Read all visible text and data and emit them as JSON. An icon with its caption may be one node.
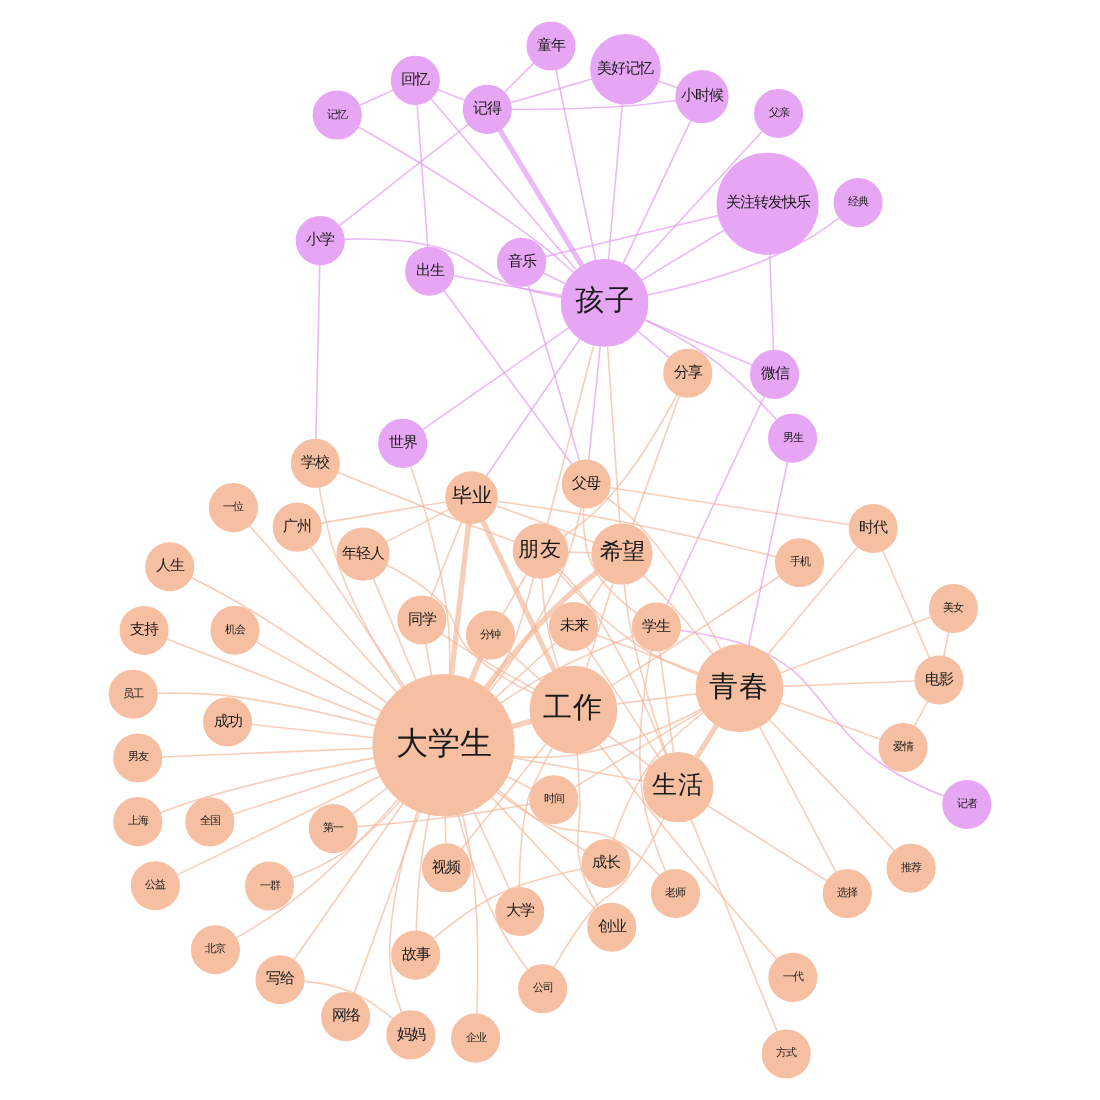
{
  "diagram": {
    "nodes": [
      {
        "text": [
          "希望"
        ]
      },
      {
        "text": [
          "未来"
        ]
      },
      {
        "text": [
          "分钟"
        ]
      },
      {
        "text": [
          "机会"
        ]
      },
      {
        "text": [
          "公益"
        ]
      },
      {
        "text": [
          "学校"
        ]
      },
      {
        "text": [
          "美好记忆"
        ]
      },
      {
        "text": [
          "小学"
        ]
      },
      {
        "text": [
          "朋友"
        ]
      },
      {
        "text": [
          "孩子"
        ]
      },
      {
        "text": [
          "小时候"
        ]
      },
      {
        "text": [
          "记得"
        ]
      },
      {
        "text": [
          "童年"
        ]
      },
      {
        "text": [
          "上海"
        ]
      },
      {
        "text": [
          "支持"
        ]
      },
      {
        "text": [
          "人生"
        ]
      },
      {
        "text": [
          "员工"
        ]
      },
      {
        "text": [
          "成功"
        ]
      },
      {
        "text": [
          "妈妈"
        ]
      },
      {
        "text": [
          "老师"
        ]
      },
      {
        "text": [
          "父亲"
        ]
      },
      {
        "text": [
          "分享"
        ]
      },
      {
        "text": [
          "企业"
        ]
      },
      {
        "text": [
          "网络"
        ]
      },
      {
        "text": [
          "记忆"
        ]
      },
      {
        "text": [
          "世界"
        ]
      },
      {
        "text": [
          "写给"
        ]
      },
      {
        "text": [
          "关注转发快乐"
        ]
      },
      {
        "text": [
          "经典"
        ]
      },
      {
        "text": [
          "大学"
        ]
      },
      {
        "text": [
          "视频"
        ]
      },
      {
        "text": [
          "大学生"
        ]
      },
      {
        "text": [
          "一位"
        ]
      },
      {
        "text": [
          "男友"
        ]
      },
      {
        "text": [
          "回忆"
        ]
      },
      {
        "text": [
          "微信"
        ]
      },
      {
        "text": [
          "记者"
        ]
      },
      {
        "text": [
          "音乐"
        ]
      },
      {
        "text": [
          "创业"
        ]
      },
      {
        "text": [
          "一群"
        ]
      },
      {
        "text": [
          "出生"
        ]
      },
      {
        "text": [
          "学生"
        ]
      },
      {
        "text": [
          "父母"
        ]
      },
      {
        "text": [
          "时间"
        ]
      },
      {
        "text": [
          "第一"
        ]
      },
      {
        "text": [
          "工作"
        ]
      },
      {
        "text": [
          "年轻人"
        ]
      },
      {
        "text": [
          "全国"
        ]
      },
      {
        "text": [
          "同学"
        ]
      },
      {
        "text": [
          "故事"
        ]
      },
      {
        "text": [
          "北京"
        ]
      },
      {
        "text": [
          "一代"
        ]
      },
      {
        "text": [
          "手机"
        ]
      },
      {
        "text": [
          "成长"
        ]
      },
      {
        "text": [
          "广州"
        ]
      },
      {
        "text": [
          "方式"
        ]
      },
      {
        "text": [
          "男生"
        ]
      },
      {
        "text": [
          "时代"
        ]
      },
      {
        "text": [
          "爱情"
        ]
      },
      {
        "text": [
          "毕业"
        ]
      },
      {
        "text": [
          "选择"
        ]
      },
      {
        "text": [
          "电影"
        ]
      },
      {
        "text": [
          "推荐"
        ]
      },
      {
        "text": [
          "公司"
        ]
      },
      {
        "text": [
          "生活"
        ]
      },
      {
        "text": [
          "青春"
        ]
      },
      {
        "text": [
          "美女"
        ]
      }
    ],
    "edges": [
      {
        "from": 0,
        "to": 1,
        "arrow": "none"
      },
      {
        "from": 0,
        "to": 31,
        "arrow": "none",
        "style": "thick"
      },
      {
        "from": 0,
        "to": 45,
        "arrow": "none"
      },
      {
        "from": 0,
        "to": 65,
        "arrow": "none"
      },
      {
        "from": 0,
        "to": 64,
        "arrow": "none"
      },
      {
        "from": 0,
        "to": 8,
        "arrow": "none"
      },
      {
        "from": 0,
        "to": 9,
        "arrow": "none"
      },
      {
        "from": 0,
        "to": 59,
        "arrow": "none"
      },
      {
        "from": 0,
        "to": 21,
        "arrow": "none"
      },
      {
        "from": 1,
        "to": 31,
        "arrow": "none"
      },
      {
        "from": 1,
        "to": 65,
        "arrow": "none"
      },
      {
        "from": 1,
        "to": 64,
        "arrow": "none"
      },
      {
        "from": 2,
        "to": 31,
        "arrow": "none",
        "style": "thick"
      },
      {
        "from": 2,
        "to": 8,
        "arrow": "none"
      },
      {
        "from": 2,
        "to": 45,
        "arrow": "none"
      },
      {
        "from": 3,
        "to": 31,
        "arrow": "none"
      },
      {
        "from": 4,
        "to": 31,
        "arrow": "none"
      },
      {
        "from": 5,
        "to": 8,
        "arrow": "none"
      },
      {
        "from": 5,
        "to": 31,
        "arrow": "none"
      },
      {
        "from": 5,
        "to": 7,
        "arrow": "none",
        "color": "#e29af0"
      },
      {
        "from": 6,
        "to": 9,
        "arrow": "none",
        "color": "#e29af0"
      },
      {
        "from": 6,
        "to": 11,
        "arrow": "none",
        "color": "#e29af0"
      },
      {
        "from": 6,
        "to": 10,
        "arrow": "none",
        "color": "#e29af0"
      },
      {
        "from": 7,
        "to": 9,
        "arrow": "none",
        "color": "#e29af0"
      },
      {
        "from": 7,
        "to": 11,
        "arrow": "none",
        "color": "#e29af0"
      },
      {
        "from": 8,
        "to": 31,
        "arrow": "none"
      },
      {
        "from": 8,
        "to": 64,
        "arrow": "none"
      },
      {
        "from": 8,
        "to": 65,
        "arrow": "none"
      },
      {
        "from": 8,
        "to": 21,
        "arrow": "none"
      },
      {
        "from": 8,
        "to": 9,
        "arrow": "none"
      },
      {
        "from": 8,
        "to": 45,
        "arrow": "none"
      },
      {
        "from": 9,
        "to": 11,
        "arrow": "none",
        "style": "thick",
        "color": "#e29af0"
      },
      {
        "from": 9,
        "to": 10,
        "arrow": "none",
        "color": "#e29af0"
      },
      {
        "from": 9,
        "to": 12,
        "arrow": "none",
        "color": "#e29af0"
      },
      {
        "from": 9,
        "to": 34,
        "arrow": "none",
        "color": "#e29af0"
      },
      {
        "from": 9,
        "to": 42,
        "arrow": "none",
        "color": "#e29af0"
      },
      {
        "from": 9,
        "to": 40,
        "arrow": "none",
        "color": "#e29af0"
      },
      {
        "from": 9,
        "to": 25,
        "arrow": "none",
        "color": "#e29af0"
      },
      {
        "from": 9,
        "to": 35,
        "arrow": "none",
        "color": "#e29af0"
      },
      {
        "from": 9,
        "to": 37,
        "arrow": "none",
        "color": "#e29af0"
      },
      {
        "from": 9,
        "to": 27,
        "arrow": "none",
        "color": "#e29af0"
      },
      {
        "from": 9,
        "to": 24,
        "arrow": "none",
        "color": "#e29af0"
      },
      {
        "from": 9,
        "to": 20,
        "arrow": "none",
        "color": "#e29af0"
      },
      {
        "from": 9,
        "to": 21,
        "arrow": "none",
        "color": "#e29af0"
      },
      {
        "from": 9,
        "to": 28,
        "arrow": "none",
        "color": "#e29af0"
      },
      {
        "from": 9,
        "to": 56,
        "arrow": "none",
        "color": "#e29af0"
      },
      {
        "from": 9,
        "to": 59,
        "arrow": "none",
        "color": "#e29af0"
      },
      {
        "from": 10,
        "to": 11,
        "arrow": "none",
        "color": "#e29af0"
      },
      {
        "from": 11,
        "to": 12,
        "arrow": "none",
        "color": "#e29af0"
      },
      {
        "from": 11,
        "to": 34,
        "arrow": "none",
        "color": "#e29af0"
      },
      {
        "from": 13,
        "to": 31,
        "arrow": "none"
      },
      {
        "from": 14,
        "to": 31,
        "arrow": "none"
      },
      {
        "from": 15,
        "to": 31,
        "arrow": "none"
      },
      {
        "from": 16,
        "to": 31,
        "arrow": "none"
      },
      {
        "from": 17,
        "to": 31,
        "arrow": "none"
      },
      {
        "from": 18,
        "to": 31,
        "arrow": "none"
      },
      {
        "from": 19,
        "to": 31,
        "arrow": "none"
      },
      {
        "from": 19,
        "to": 41,
        "arrow": "none"
      },
      {
        "from": 22,
        "to": 31,
        "arrow": "none"
      },
      {
        "from": 23,
        "to": 31,
        "arrow": "none"
      },
      {
        "from": 26,
        "to": 31,
        "arrow": "none"
      },
      {
        "from": 26,
        "to": 18,
        "arrow": "none"
      },
      {
        "from": 24,
        "to": 34,
        "arrow": "none",
        "color": "#e29af0"
      },
      {
        "from": 25,
        "to": 31,
        "arrow": "none"
      },
      {
        "from": 27,
        "to": 35,
        "arrow": "none",
        "color": "#e29af0"
      },
      {
        "from": 27,
        "to": 37,
        "arrow": "none",
        "color": "#e29af0"
      },
      {
        "from": 29,
        "to": 31,
        "arrow": "none"
      },
      {
        "from": 29,
        "to": 45,
        "arrow": "none"
      },
      {
        "from": 30,
        "to": 31,
        "arrow": "none"
      },
      {
        "from": 30,
        "to": 45,
        "arrow": "none"
      },
      {
        "from": 31,
        "to": 32,
        "arrow": "none"
      },
      {
        "from": 31,
        "to": 33,
        "arrow": "none"
      },
      {
        "from": 31,
        "to": 38,
        "arrow": "none"
      },
      {
        "from": 31,
        "to": 39,
        "arrow": "none"
      },
      {
        "from": 31,
        "to": 41,
        "arrow": "none"
      },
      {
        "from": 31,
        "to": 42,
        "arrow": "none"
      },
      {
        "from": 31,
        "to": 45,
        "arrow": "none",
        "style": "thick"
      },
      {
        "from": 31,
        "to": 46,
        "arrow": "none"
      },
      {
        "from": 31,
        "to": 47,
        "arrow": "none"
      },
      {
        "from": 31,
        "to": 48,
        "arrow": "none"
      },
      {
        "from": 31,
        "to": 49,
        "arrow": "none"
      },
      {
        "from": 31,
        "to": 50,
        "arrow": "none"
      },
      {
        "from": 31,
        "to": 53,
        "arrow": "none"
      },
      {
        "from": 31,
        "to": 54,
        "arrow": "none"
      },
      {
        "from": 31,
        "to": 59,
        "arrow": "none",
        "style": "thick"
      },
      {
        "from": 31,
        "to": 63,
        "arrow": "none"
      },
      {
        "from": 31,
        "to": 64,
        "arrow": "none"
      },
      {
        "from": 31,
        "to": 65,
        "arrow": "none"
      },
      {
        "from": 31,
        "to": 43,
        "arrow": "none"
      },
      {
        "from": 34,
        "to": 40,
        "arrow": "none",
        "color": "#e29af0"
      },
      {
        "from": 35,
        "to": 41,
        "arrow": "none",
        "color": "#e29af0"
      },
      {
        "from": 36,
        "to": 41,
        "arrow": "none",
        "color": "#e29af0"
      },
      {
        "from": 37,
        "to": 42,
        "arrow": "none",
        "color": "#e29af0"
      },
      {
        "from": 40,
        "to": 42,
        "arrow": "none",
        "color": "#e29af0"
      },
      {
        "from": 41,
        "to": 42,
        "arrow": "none"
      },
      {
        "from": 41,
        "to": 64,
        "arrow": "none"
      },
      {
        "from": 42,
        "to": 65,
        "arrow": "none"
      },
      {
        "from": 42,
        "to": 57,
        "arrow": "none"
      },
      {
        "from": 43,
        "to": 44,
        "arrow": "none"
      },
      {
        "from": 43,
        "to": 65,
        "arrow": "none"
      },
      {
        "from": 44,
        "to": 31,
        "arrow": "none"
      },
      {
        "from": 45,
        "to": 59,
        "arrow": "none",
        "style": "thick"
      },
      {
        "from": 45,
        "to": 38,
        "arrow": "none"
      },
      {
        "from": 45,
        "to": 46,
        "arrow": "none"
      },
      {
        "from": 45,
        "to": 51,
        "arrow": "none"
      },
      {
        "from": 45,
        "to": 52,
        "arrow": "none"
      },
      {
        "from": 45,
        "to": 64,
        "arrow": "none"
      },
      {
        "from": 45,
        "to": 65,
        "arrow": "none"
      },
      {
        "from": 45,
        "to": 48,
        "arrow": "none"
      },
      {
        "from": 46,
        "to": 59,
        "arrow": "none"
      },
      {
        "from": 48,
        "to": 59,
        "arrow": "none"
      },
      {
        "from": 49,
        "to": 53,
        "arrow": "none"
      },
      {
        "from": 52,
        "to": 59,
        "arrow": "none"
      },
      {
        "from": 53,
        "to": 65,
        "arrow": "none"
      },
      {
        "from": 54,
        "to": 59,
        "arrow": "none"
      },
      {
        "from": 55,
        "to": 64,
        "arrow": "none"
      },
      {
        "from": 56,
        "to": 65,
        "arrow": "none",
        "color": "#e29af0"
      },
      {
        "from": 57,
        "to": 65,
        "arrow": "none"
      },
      {
        "from": 57,
        "to": 61,
        "arrow": "none"
      },
      {
        "from": 58,
        "to": 61,
        "arrow": "none"
      },
      {
        "from": 58,
        "to": 65,
        "arrow": "none"
      },
      {
        "from": 60,
        "to": 64,
        "arrow": "none"
      },
      {
        "from": 60,
        "to": 65,
        "arrow": "none"
      },
      {
        "from": 61,
        "to": 65,
        "arrow": "none"
      },
      {
        "from": 62,
        "to": 65,
        "arrow": "none"
      },
      {
        "from": 63,
        "to": 64,
        "arrow": "none"
      },
      {
        "from": 64,
        "to": 65,
        "arrow": "none",
        "style": "thick"
      },
      {
        "from": 65,
        "to": 66,
        "arrow": "none"
      },
      {
        "from": 61,
        "to": 66,
        "arrow": "none"
      }
    ]
  }
}
